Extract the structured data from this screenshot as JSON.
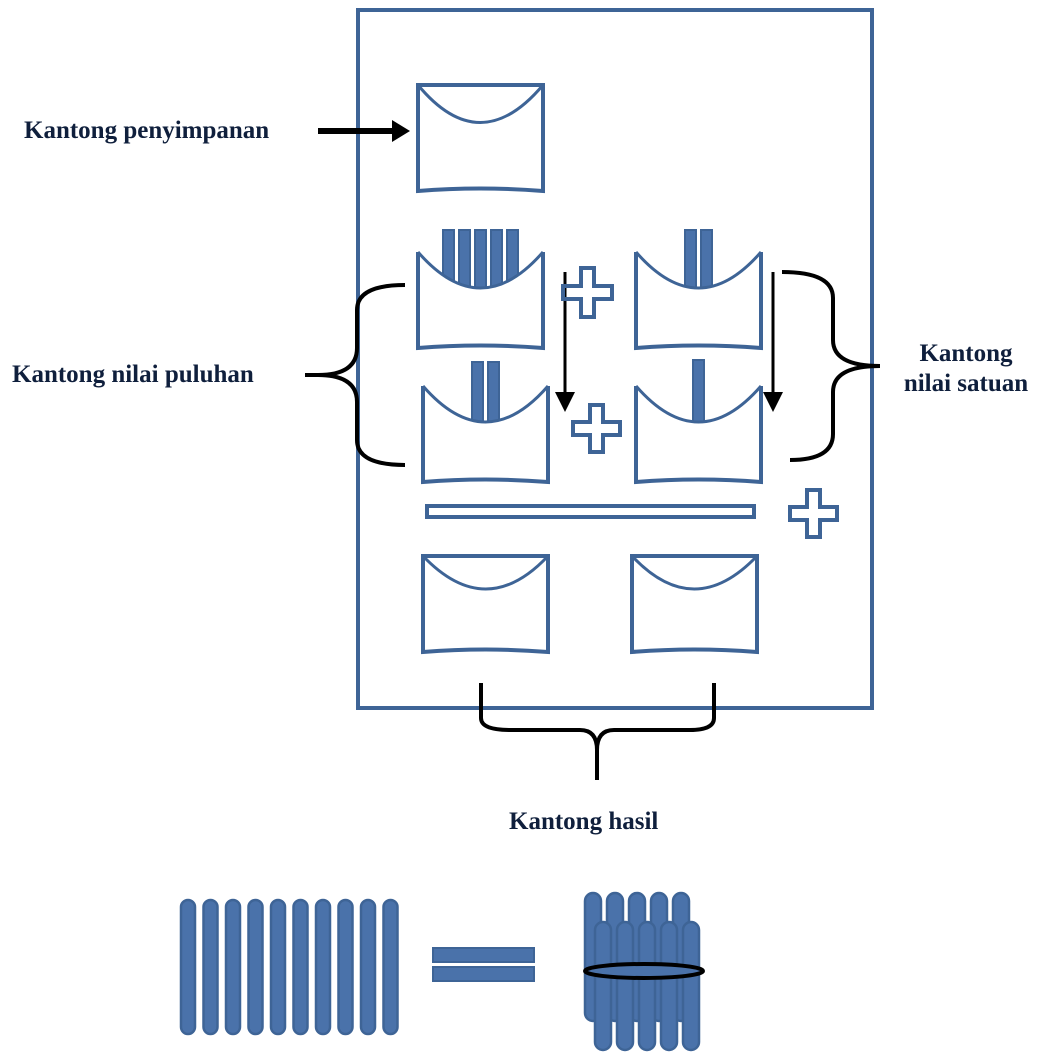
{
  "labels": {
    "storage_pocket": "Kantong penyimpanan",
    "tens_pocket": "Kantong nilai puluhan",
    "units_pocket_line1": "Kantong",
    "units_pocket_line2": "nilai satuan",
    "result_pocket": "Kantong hasil"
  },
  "counts": {
    "tens_top_sticks": 5,
    "tens_bottom_sticks": 2,
    "units_top_sticks": 2,
    "units_bottom_sticks": 1,
    "loose_sticks": 10,
    "bundle_sticks": 10
  },
  "colors": {
    "outline": "#3e6496",
    "stick_fill": "#4a72aa",
    "arrow": "#000000",
    "text": "#0f1f3c"
  }
}
